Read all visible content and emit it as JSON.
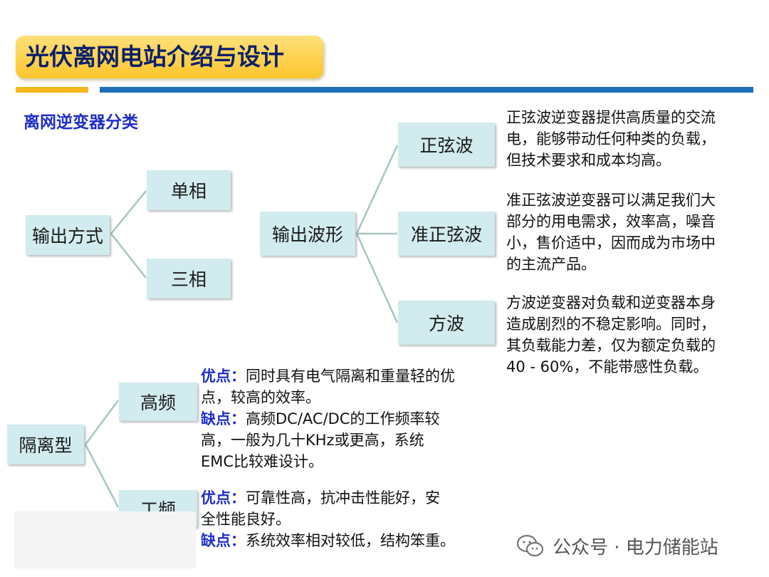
{
  "title": "光伏离网电站介绍与设计",
  "section_label": "离网逆变器分类",
  "nodes": {
    "output_mode": "输出方式",
    "single_phase": "单相",
    "three_phase": "三相",
    "output_waveform": "输出波形",
    "sine": "正弦波",
    "quasi_sine": "准正弦波",
    "square": "方波",
    "isolated": "隔离型",
    "high_freq": "高频",
    "line_freq": "工频"
  },
  "descriptions": {
    "sine": [
      "正弦波逆变器提供高质量的交流",
      "电，能够带动任何种类的负载，",
      "但技术要求和成本均高。"
    ],
    "quasi_sine": [
      "准正弦波逆变器可以满足我们大",
      "部分的用电需求，效率高，噪音",
      "小，售价适中，因而成为市场中",
      "的主流产品。"
    ],
    "square": [
      "方波逆变器对负载和逆变器本身",
      "造成剧烈的不稳定影响。同时，",
      "其负载能力差，仅为额定负载的",
      "40 - 60%，不能带感性负载。"
    ]
  },
  "high_freq": {
    "adv_key": "优点：",
    "adv_lines": [
      "同时具有电气隔离和重量轻的优",
      "点，较高的效率。"
    ],
    "dis_key": "缺点：",
    "dis_lines": [
      "高频DC/AC/DC的工作频率较",
      "高，一般为几十KHz或更高，系统",
      "EMC比较难设计。"
    ]
  },
  "line_freq": {
    "adv_key": "优点：",
    "adv_lines": [
      "可靠性高，抗冲击性能好，安",
      "全性能良好。"
    ],
    "dis_key": "缺点：",
    "dis_lines": [
      "系统效率相对较低，结构笨重。"
    ]
  },
  "watermark": "公众号 · 电力储能站",
  "colors": {
    "box": "#d2ebee",
    "line": "#a7c6bf",
    "title_bg": "#fcc52c",
    "title_text": "#0b1f6b",
    "accent_blue": "#1f2fc8",
    "rule_blue": "#1e6fb8",
    "rule_yellow": "#f5b81c"
  }
}
